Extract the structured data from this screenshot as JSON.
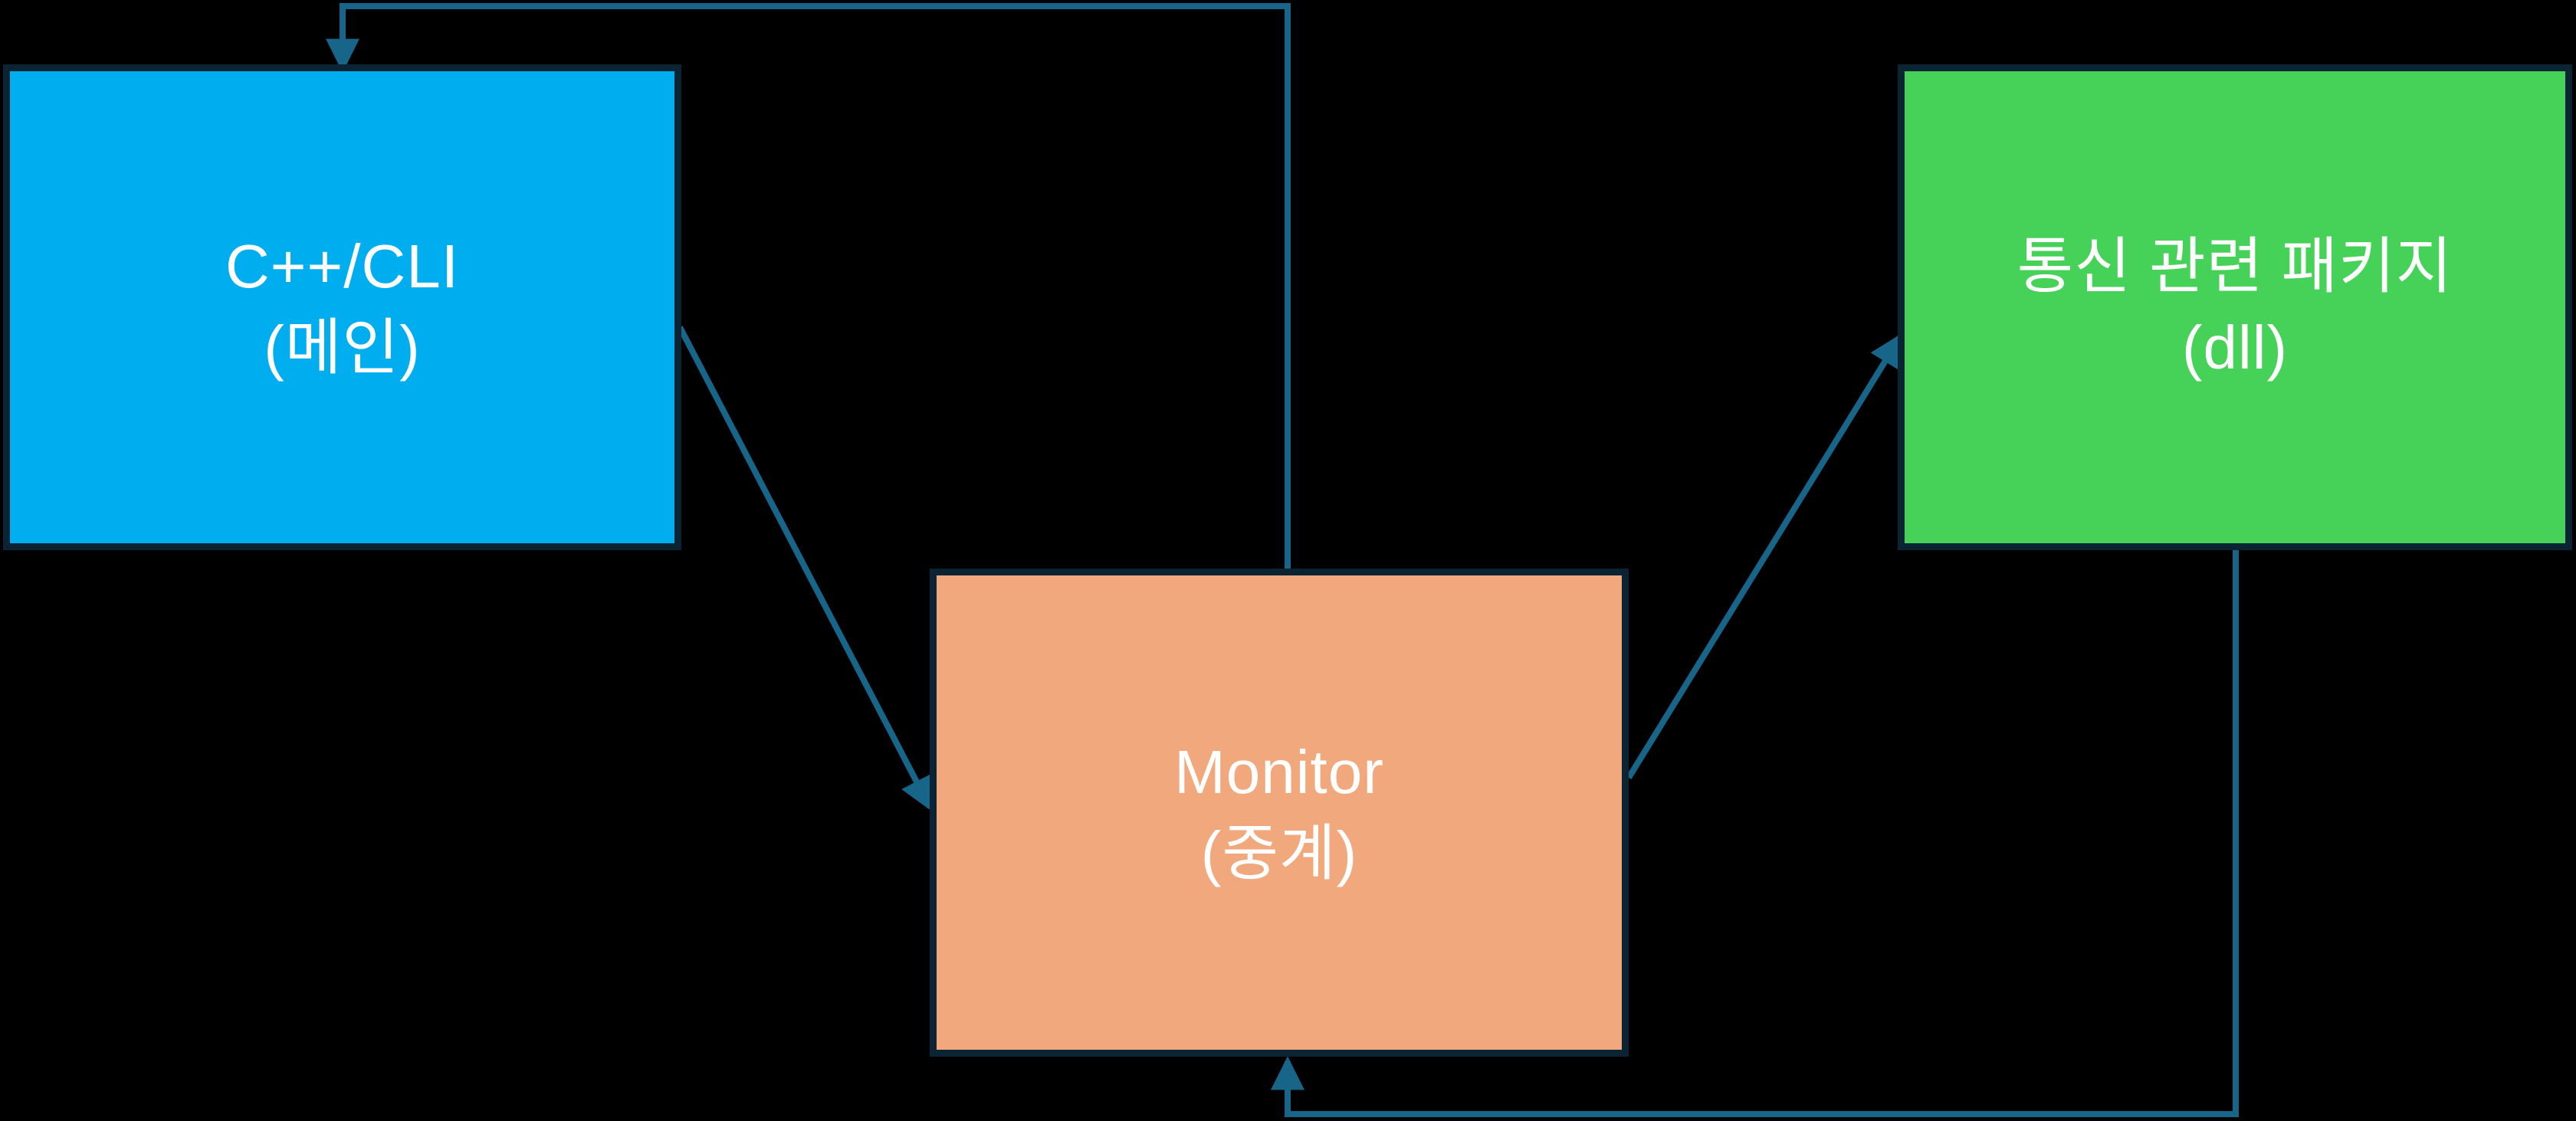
{
  "diagram": {
    "colors": {
      "background": "#000000",
      "node_border": "#0a2433",
      "connector": "#176589",
      "text": "#ffffff"
    },
    "nodes": {
      "main": {
        "line1": "C++/CLI",
        "line2": "(메인)",
        "fill": "#00adef"
      },
      "monitor": {
        "line1": "Monitor",
        "line2": "(중계)",
        "fill": "#f0a87c"
      },
      "dll": {
        "line1": "통신 관련 패키지",
        "line2": "(dll)",
        "fill": "#46d159"
      }
    },
    "connectors": [
      {
        "id": "monitor-to-main",
        "from": "monitor",
        "to": "main"
      },
      {
        "id": "main-to-monitor",
        "from": "main",
        "to": "monitor"
      },
      {
        "id": "monitor-to-dll",
        "from": "monitor",
        "to": "dll"
      },
      {
        "id": "dll-to-monitor",
        "from": "dll",
        "to": "monitor"
      }
    ]
  }
}
